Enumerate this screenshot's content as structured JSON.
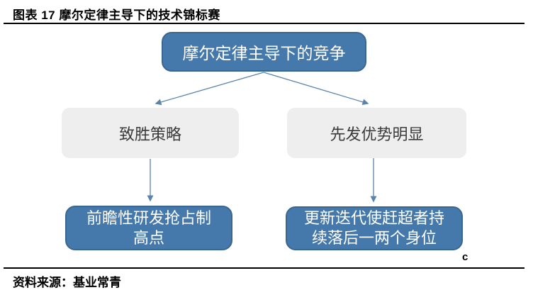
{
  "title": "图表 17 摩尔定律主导下的技术锦标赛",
  "source": "资料来源：基业常青",
  "watermark": "c",
  "colors": {
    "ink": "#000000",
    "node_blue": "#4679ab",
    "node_blue_border": "#3b6690",
    "node_gray": "#eeeeef",
    "node_text_light": "#ffffff",
    "node_text_dark": "#3a3a3a",
    "arrow": "#5b84ad",
    "background": "#ffffff"
  },
  "diagram": {
    "root_label": "摩尔定律主导下的竞争",
    "branches": [
      {
        "mid_label": "致胜策略",
        "leaf_lines": [
          "前瞻性研发抢占制",
          "高点"
        ]
      },
      {
        "mid_label": "先发优势明显",
        "leaf_lines": [
          "更新迭代使赶超者持",
          "续落后一两个身位"
        ]
      }
    ]
  }
}
